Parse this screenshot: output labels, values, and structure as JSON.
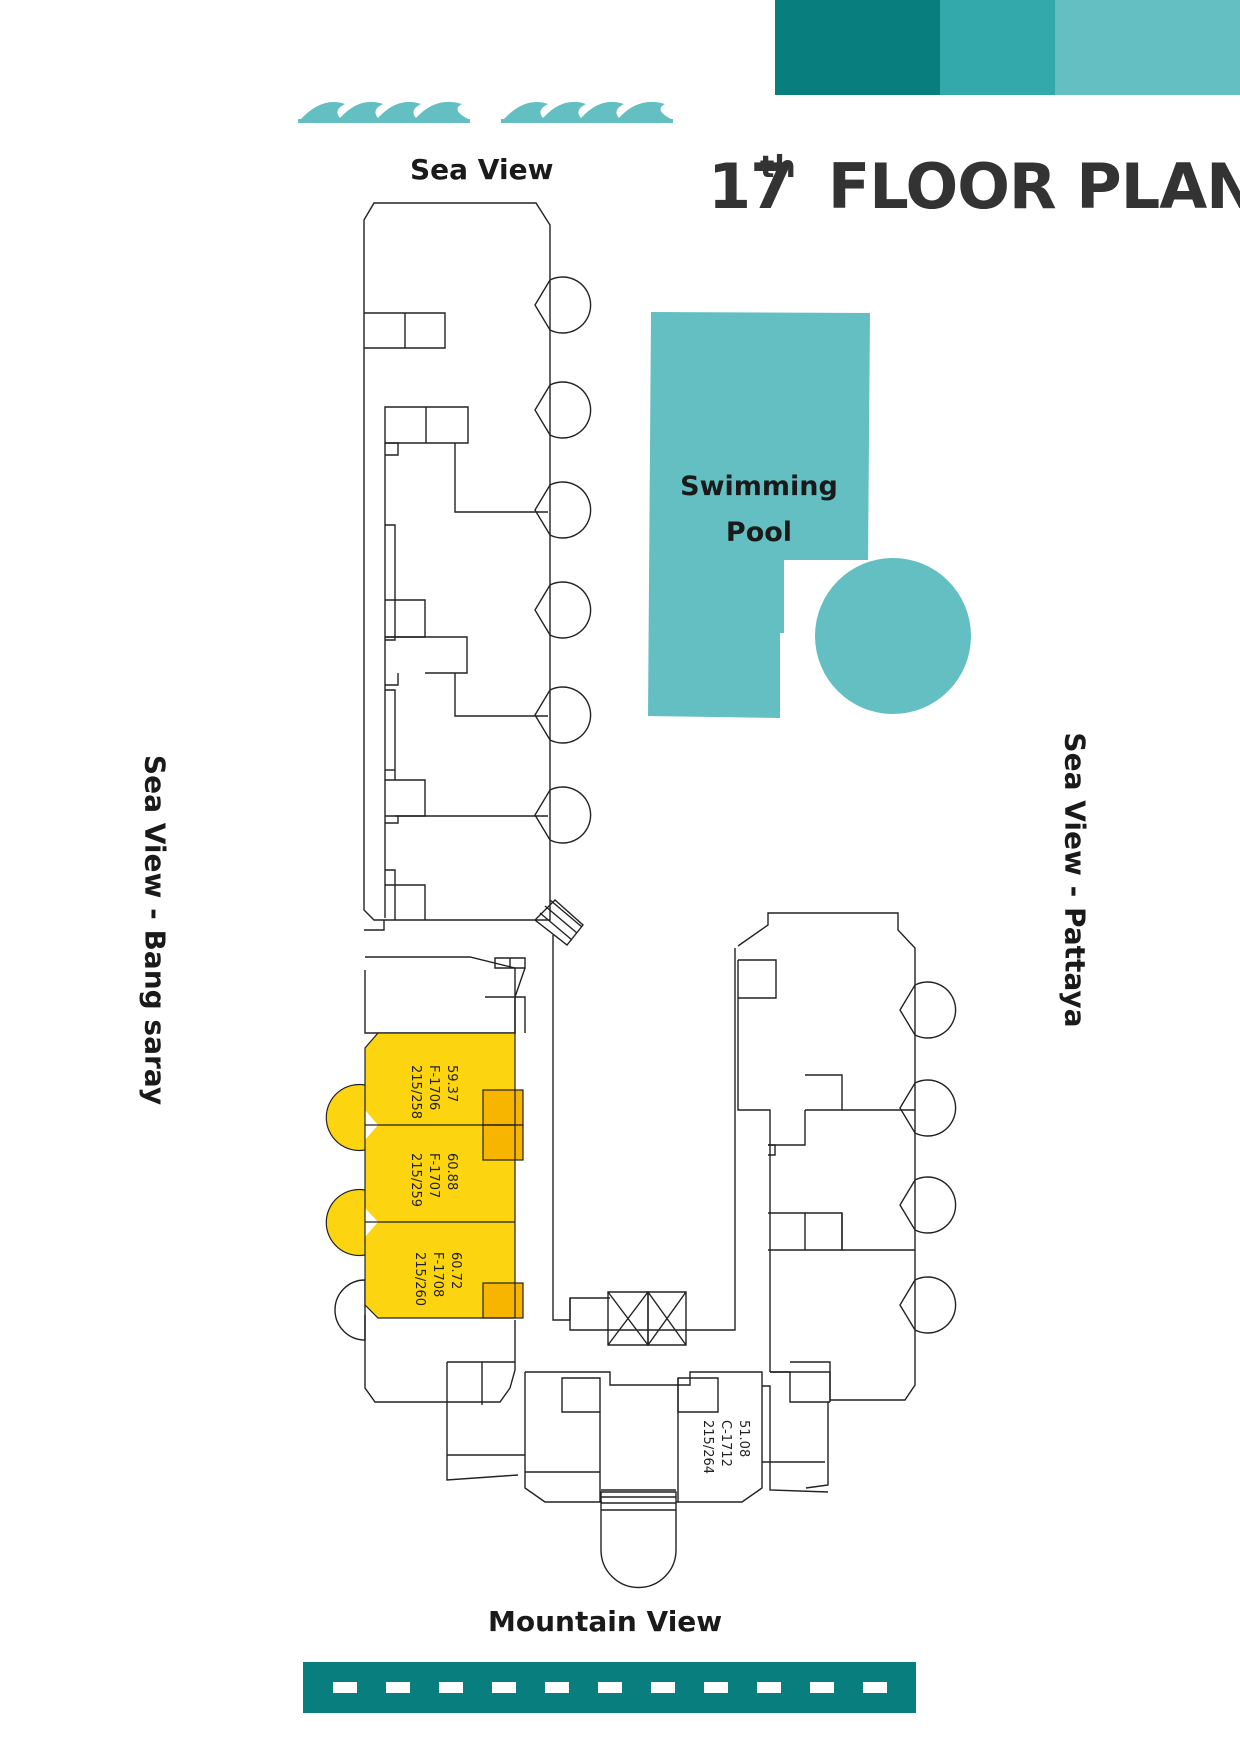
{
  "colors": {
    "stripe_dark": "#087f7e",
    "stripe_mid": "#34a9ab",
    "stripe_light": "#63bfc2",
    "pool": "#63bfc2",
    "wave": "#63bfc2",
    "road": "#087f7e",
    "unit_highlight": "#fcd410",
    "unit_accent": "#f7b500"
  },
  "title": {
    "number": "17",
    "suffix": "th",
    "text": "FLOOR PLAN"
  },
  "directions": {
    "top": "Sea View",
    "left": "Sea View - Bang saray",
    "right": "Sea View - Pattaya",
    "bottom": "Mountain View"
  },
  "pool": {
    "line1": "Swimming",
    "line2": "Pool"
  },
  "units": [
    {
      "area": "59.37",
      "code": "F-1706",
      "address": "215/258",
      "highlighted": true
    },
    {
      "area": "60.88",
      "code": "F-1707",
      "address": "215/259",
      "highlighted": true
    },
    {
      "area": "60.72",
      "code": "F-1708",
      "address": "215/260",
      "highlighted": true
    },
    {
      "area": "51.08",
      "code": "C-1712",
      "address": "215/264",
      "highlighted": false
    }
  ]
}
